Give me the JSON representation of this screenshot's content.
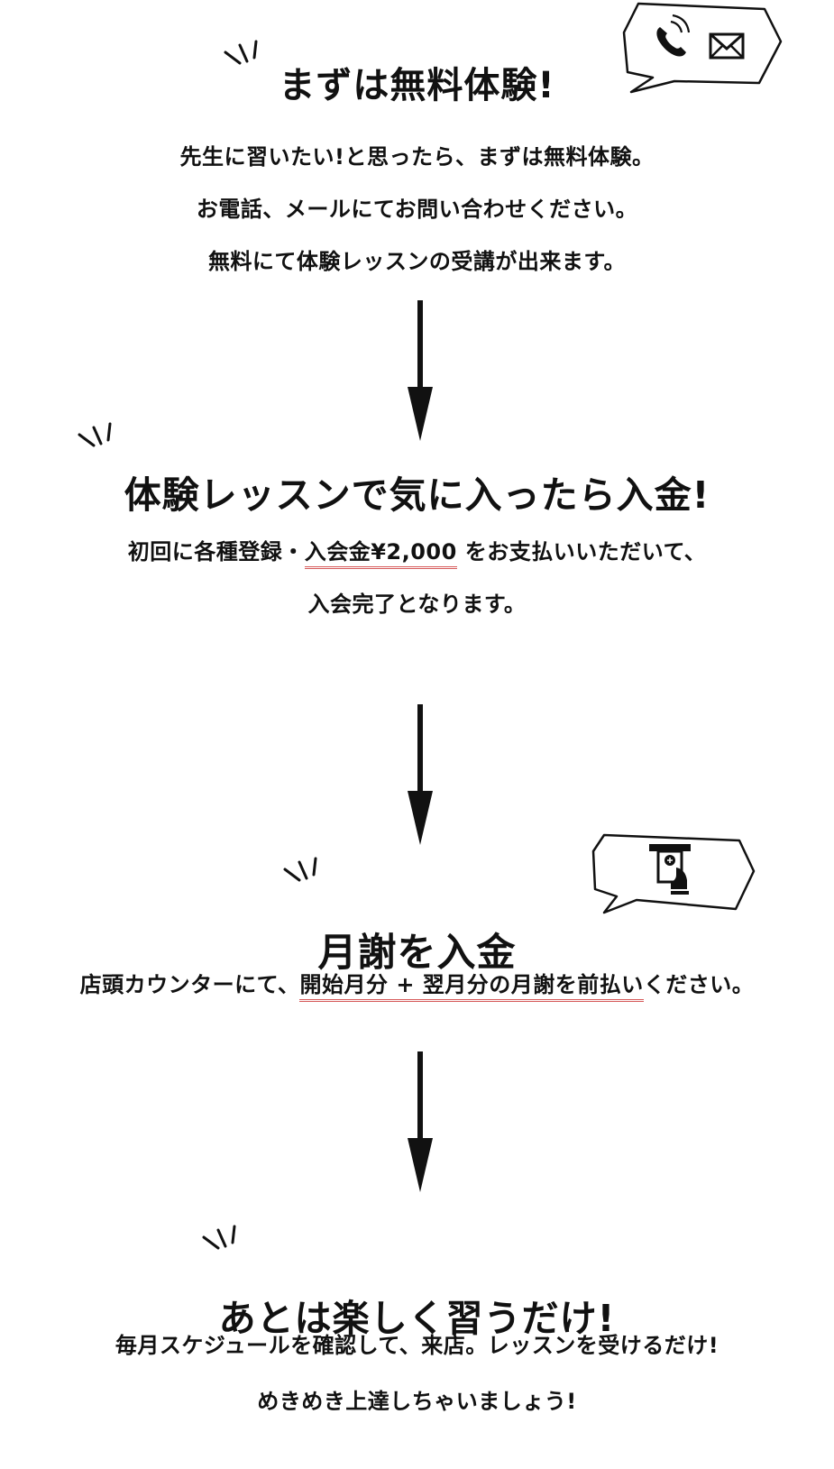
{
  "step1": {
    "title": "まずは無料体験!",
    "lines": [
      "先生に習いたい!と思ったら、まずは無料体験。",
      "お電話、メールにてお問い合わせください。",
      "無料にて体験レッスンの受講が出来ます。"
    ],
    "icons": [
      "phone-icon",
      "mail-icon"
    ]
  },
  "step2": {
    "title": "体験レッスンで気に入ったら入金!",
    "line1_before": "初回に各種登録・",
    "line1_highlight": "入会金¥2,000",
    "line1_after": " をお支払いいただいて、",
    "line2": "入会完了となります。"
  },
  "step3": {
    "title": "月謝を入金",
    "line_before": "店頭カウンターにて、",
    "line_highlight": "開始月分 + 翌月分の月謝を前払い",
    "line_after": "ください。",
    "icons": [
      "atm-icon"
    ]
  },
  "step4": {
    "title": "あとは楽しく習うだけ!",
    "lines": [
      "毎月スケジュールを確認して、来店。レッスンを受けるだけ!",
      "めきめき上達しちゃいましょう!"
    ]
  },
  "colors": {
    "text": "#111111",
    "highlight": "#d65a5a"
  }
}
